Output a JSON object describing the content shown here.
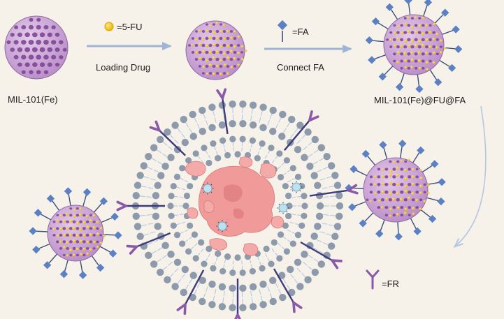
{
  "labels": {
    "fu_legend": "=5-FU",
    "loading_drug": "Loading Drug",
    "fa_legend": "=FA",
    "connect_fa": "Connect FA",
    "mil_bare": "MIL-101(Fe)",
    "mil_final": "MIL-101(Fe)@FU@FA",
    "fr_legend": "=FR"
  },
  "colors": {
    "background": "#f6f2ea",
    "framework_fill": "#c9a6d4",
    "framework_pore": "#7b3f91",
    "drug_5fu": "#f2c200",
    "folic_acid": "#5b80c4",
    "receptor_fr": "#8a5aa8",
    "membrane_head": "#8c9aab",
    "tumor": "#f19a9a",
    "arrow": "#9fb4d6"
  }
}
